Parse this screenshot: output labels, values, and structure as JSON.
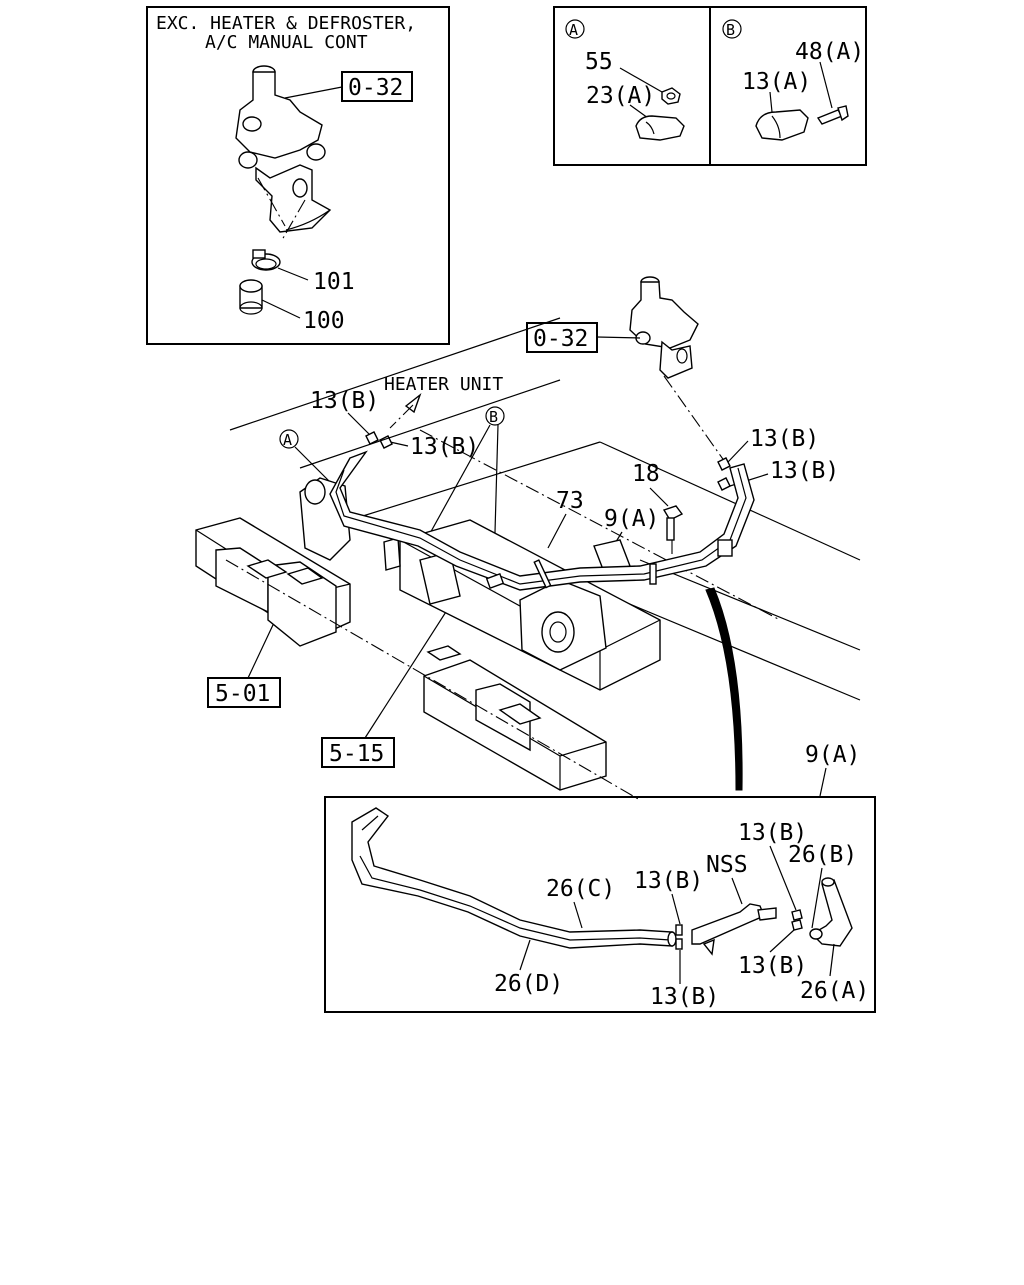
{
  "inset_top_left": {
    "header_line1": "EXC. HEATER & DEFROSTER,",
    "header_line2": "A/C MANUAL CONT",
    "ref_label": "0-32",
    "callouts": [
      "101",
      "100"
    ]
  },
  "detail_boxes": {
    "a": {
      "circle": "A",
      "labels": [
        "55",
        "23(A)"
      ]
    },
    "b": {
      "circle": "B",
      "labels": [
        "48(A)",
        "13(A)"
      ]
    }
  },
  "main": {
    "ref_0_32": "0-32",
    "heater_unit": "HEATER UNIT",
    "circle_a": "A",
    "circle_b": "B",
    "labels": {
      "clip_left_top": "13(B)",
      "clip_left_right": "13(B)",
      "clip_right_top": "13(B)",
      "clip_right_lower": "13(B)",
      "bolt": "18",
      "tie": "73",
      "pipe": "9(A)"
    },
    "ref_5_01": "5-01",
    "ref_5_15": "5-15"
  },
  "bottom_inset": {
    "title": "9(A)",
    "labels": {
      "c26c": "26(C)",
      "c26d": "26(D)",
      "c13b_upper": "13(B)",
      "c13b_lower": "13(B)",
      "nss": "NSS",
      "c13b_right_top": "13(B)",
      "c26b": "26(B)",
      "c13b_right_low": "13(B)",
      "c26a": "26(A)"
    }
  }
}
